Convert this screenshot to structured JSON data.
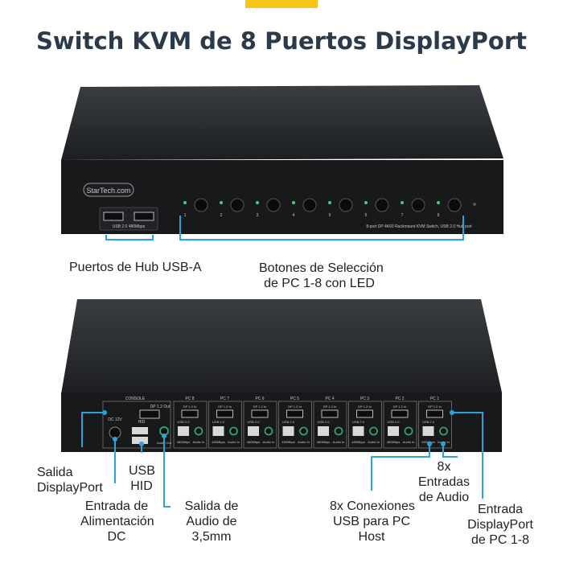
{
  "accent_color": "#f5c518",
  "callout_color": "#29a3d9",
  "title": "Switch KVM de 8 Puertos DisplayPort",
  "front": {
    "brand": "StarTech.com",
    "usb_caption": "USB 2.0 480Mbps",
    "model_text": "8-port DP 4K60 Rackmount KVM Switch, USB 2.0 Hub port",
    "button_numbers": [
      "1",
      "2",
      "3",
      "4",
      "5",
      "6",
      "7",
      "8"
    ]
  },
  "rear": {
    "console_label": "CONSOLE",
    "dc_label": "DC 12V",
    "console_dp_label": "DP 1.2 Out",
    "hid_label": "HID",
    "audio_out_label": "Audio Out",
    "pc_labels": [
      "PC 8",
      "PC 7",
      "PC 6",
      "PC 5",
      "PC 4",
      "PC 3",
      "PC 2",
      "PC 1"
    ],
    "dp_in_label": "DP 1.2 In",
    "usb_label": "USB 2.0",
    "speed_label": "480Mbps",
    "audio_in_label": "Audio In"
  },
  "callouts": {
    "usb_hub": "Puertos de Hub USB-A",
    "buttons": [
      "Botones de Selección",
      "de PC 1-8 con LED"
    ],
    "dp_out": [
      "Salida",
      "DisplayPort"
    ],
    "usb_hid": [
      "USB",
      "HID"
    ],
    "power": [
      "Entrada de",
      "Alimentación",
      "DC"
    ],
    "audio_out": [
      "Salida de",
      "Audio de",
      "3,5mm"
    ],
    "usb_host": [
      "8x Conexiones",
      "USB para PC",
      "Host"
    ],
    "audio_in": [
      "8x",
      "Entradas",
      "de Audio"
    ],
    "dp_in": [
      "Entrada",
      "DisplayPort",
      "de PC 1-8"
    ]
  }
}
